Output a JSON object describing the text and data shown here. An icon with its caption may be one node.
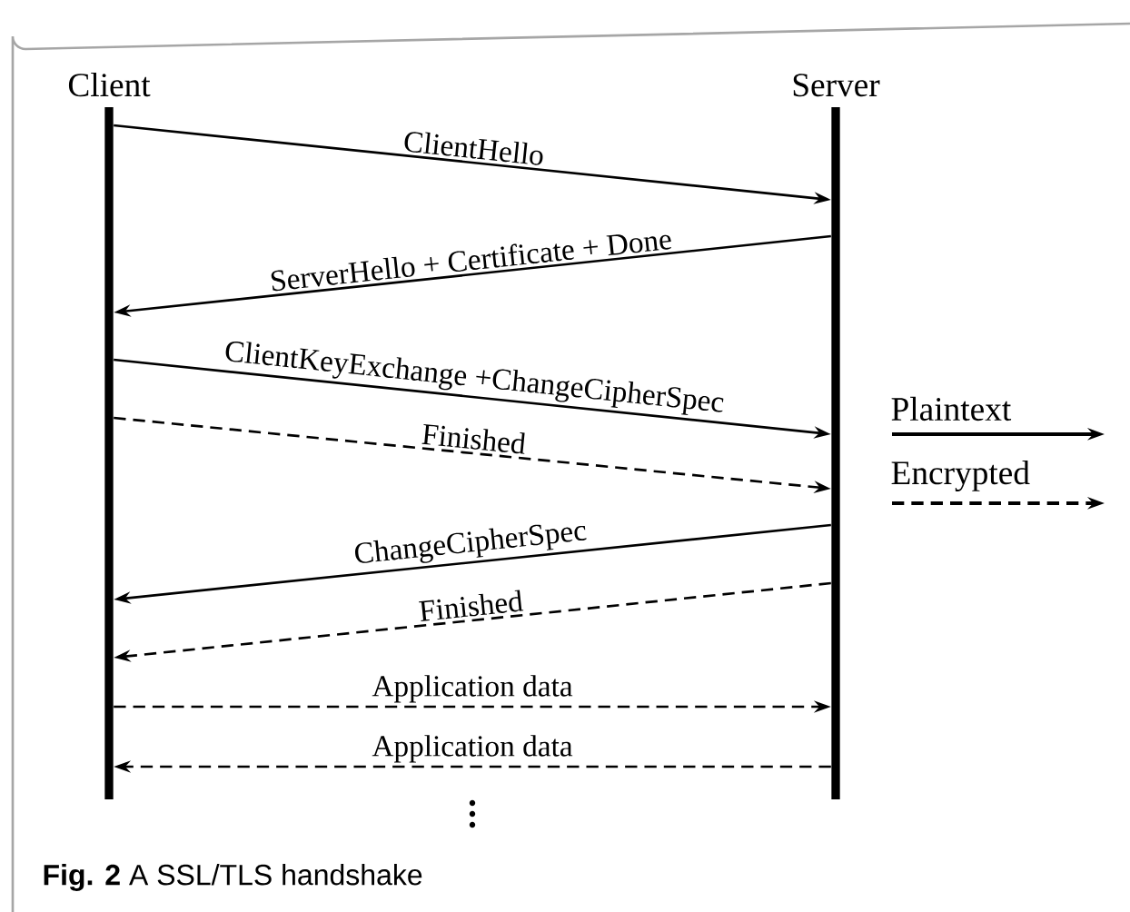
{
  "diagram": {
    "caption": "**Fig. 2** A SSL/TLS handshake",
    "nodes": [
      {
        "text": [
          "Client"
        ]
      },
      {
        "text": [
          "Server"
        ]
      }
    ],
    "edges": [
      {
        "from": 0,
        "to": 1,
        "arrow": "to",
        "label": "ClientHello"
      },
      {
        "from": 1,
        "to": 0,
        "arrow": "to",
        "label": "ServerHello + Certificate + Done"
      },
      {
        "from": 0,
        "to": 1,
        "arrow": "to",
        "label": "ClientKeyExchange +ChangeCipherSpec"
      },
      {
        "from": 0,
        "to": 1,
        "arrow": "to",
        "label": "Finished",
        "style": "dashed"
      },
      {
        "from": 1,
        "to": 0,
        "arrow": "to",
        "label": "ChangeCipherSpec"
      },
      {
        "from": 1,
        "to": 0,
        "arrow": "to",
        "label": "Finished",
        "style": "dashed"
      },
      {
        "from": 0,
        "to": 1,
        "arrow": "to",
        "label": "Application data",
        "style": "dashed"
      },
      {
        "from": 1,
        "to": 0,
        "arrow": "to",
        "label": "Application data",
        "style": "dashed"
      }
    ],
    "legend": [
      {
        "text": "Plaintext"
      },
      {
        "text": "Encrypted"
      }
    ]
  }
}
